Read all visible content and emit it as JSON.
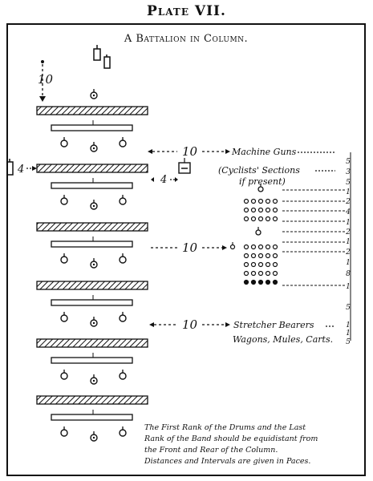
{
  "plate_title": "Plate VII.",
  "diagram_title": "A Battalion in Column.",
  "distances": {
    "top": "10",
    "machine_guns": "10",
    "left_interval": "4",
    "center_interval": "4",
    "middle": "10",
    "stretcher": "10"
  },
  "labels": {
    "machine_guns": "Machine Guns",
    "cyclists_line1": "(Cyclists' Sections",
    "cyclists_line2": "if present)",
    "stretcher_bearers": "Stretcher Bearers",
    "wagons": "Wagons, Mules, Carts."
  },
  "right_scale": [
    "5",
    "3",
    "5",
    "1",
    "2",
    "4",
    "1",
    "2",
    "1",
    "2",
    "1",
    "8",
    "1",
    "5",
    "1",
    "1",
    "5"
  ],
  "footnote": [
    "The First Rank of the Drums and the Last",
    "Rank of the Band should be equidistant from",
    "the Front and Rear of the Column.",
    "Distances and Intervals are given in Paces."
  ]
}
